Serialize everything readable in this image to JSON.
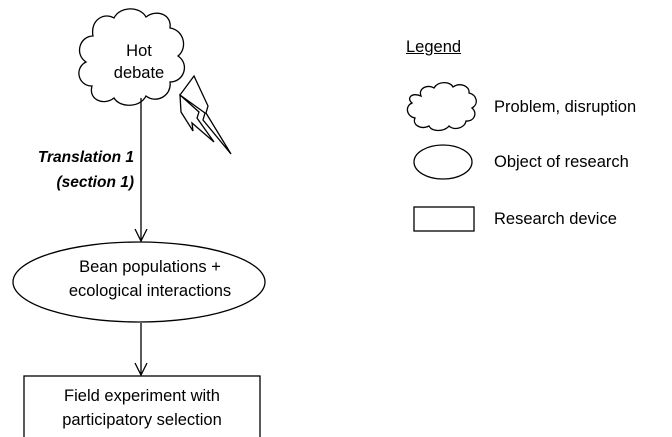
{
  "diagram": {
    "cloud_label_line1": "Hot",
    "cloud_label_line2": "debate",
    "translation_line1": "Translation 1",
    "translation_line2": "(section 1)",
    "ellipse_label_line1": "Bean populations +",
    "ellipse_label_line2": "ecological interactions",
    "box_label_line1": "Field experiment with",
    "box_label_line2": "participatory selection"
  },
  "legend": {
    "title": "Legend",
    "items": [
      {
        "icon": "cloud-icon",
        "label": "Problem, disruption"
      },
      {
        "icon": "ellipse-icon",
        "label": "Object of research"
      },
      {
        "icon": "rectangle-icon",
        "label": "Research device"
      }
    ]
  }
}
